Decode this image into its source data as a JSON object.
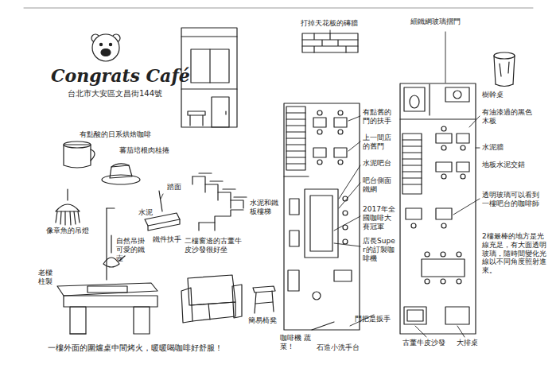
{
  "diagram": {
    "title": "Congrats Café",
    "labels": [
      "台北市大安區文昌街144號",
      "有點酸的日系烘焙咖啡",
      "蕃茄培根肉桂捲",
      "像章魚的吊燈",
      "老樑柱製",
      "自然吊掛可愛的鐵壺",
      "踏面",
      "水泥",
      "鐵件扶手",
      "水泥和鐵板樓梯",
      "二樓窗邊的古董牛皮沙發很好坐",
      "簡易椅凳",
      "一樓外面的圍爐桌中間烤火，暖暖喝咖啡好舒服！",
      "咖啡機 蔬菜！",
      "石造小洗手台",
      "門把是扳手",
      "打掉天花板的磚牆",
      "有點舊的門的扶手",
      "上一間店的舊門",
      "水泥吧台",
      "吧台側面鐵網",
      "2017年全國咖啡大賽冠軍",
      "店長Super的訂製咖啡機",
      "細鐵網玻璃摺門",
      "樹幹桌",
      "有油漆過的黑色木板",
      "水泥牆",
      "地板水泥交錯",
      "透明玻璃可以看到一樓吧台的咖啡師",
      "2樓最棒的地方是光線充足，有大面透明玻璃，隨時間變化光線以不同角度照射進來。",
      "古董牛皮沙發",
      "大排桌"
    ]
  }
}
